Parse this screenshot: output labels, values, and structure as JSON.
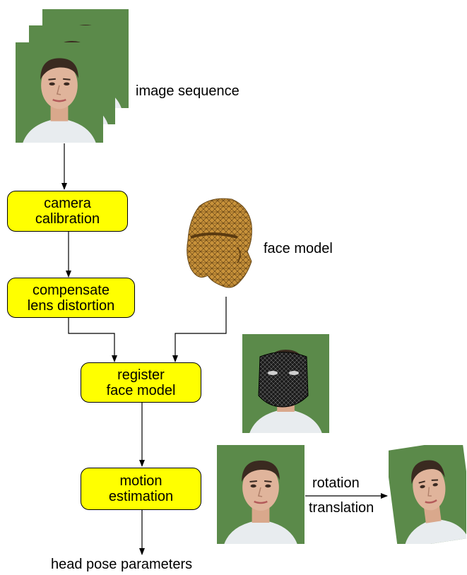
{
  "labels": {
    "image_sequence": "image sequence",
    "face_model": "face model",
    "head_pose_parameters": "head pose parameters",
    "rotation": "rotation",
    "translation": "translation"
  },
  "steps": [
    {
      "id": "camera-calibration",
      "line1": "camera",
      "line2": "calibration"
    },
    {
      "id": "compensate-lens-distortion",
      "line1": "compensate",
      "line2": "lens distortion"
    },
    {
      "id": "register-face-model",
      "line1": "register",
      "line2": "face model"
    },
    {
      "id": "motion-estimation",
      "line1": "motion",
      "line2": "estimation"
    }
  ],
  "colors": {
    "step_fill": "#ffff00",
    "photo_background": "#5b8a4a",
    "face_model_mesh": "#c8923a"
  },
  "images": {
    "image_sequence_frames": 3,
    "photos": [
      "face-photo",
      "registered-face-photo",
      "face-photo-before-motion",
      "face-photo-after-motion"
    ]
  }
}
